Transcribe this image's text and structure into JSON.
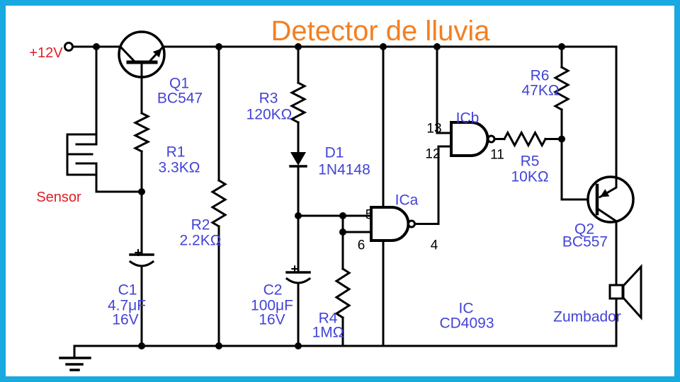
{
  "title": "Detector de lluvia",
  "supply": {
    "label": "+12V"
  },
  "sensor": {
    "label": "Sensor"
  },
  "components": {
    "q1": {
      "ref": "Q1",
      "value": "BC547"
    },
    "q2": {
      "ref": "Q2",
      "value": "BC557"
    },
    "r1": {
      "ref": "R1",
      "value": "3.3KΩ"
    },
    "r2": {
      "ref": "R2",
      "value": "2.2KΩ"
    },
    "r3": {
      "ref": "R3",
      "value": "120KΩ"
    },
    "r4": {
      "ref": "R4",
      "value": "1MΩ"
    },
    "r5": {
      "ref": "R5",
      "value": "10KΩ"
    },
    "r6": {
      "ref": "R6",
      "value": "47KΩ"
    },
    "c1": {
      "ref": "C1",
      "value": "4.7μF",
      "voltage": "16V",
      "polarity": "+"
    },
    "c2": {
      "ref": "C2",
      "value": "100μF",
      "voltage": "16V",
      "polarity": "+"
    },
    "d1": {
      "ref": "D1",
      "value": "1N4148"
    },
    "ic": {
      "ref": "IC",
      "value": "CD4093"
    },
    "ica": {
      "ref": "ICa",
      "pins": {
        "in1": "5",
        "in2": "6",
        "out": "4"
      }
    },
    "icb": {
      "ref": "ICb",
      "pins": {
        "in1": "13",
        "in2": "12",
        "out": "11"
      }
    },
    "buzzer": {
      "label": "Zumbador"
    }
  },
  "colors": {
    "label_blue": "#4343d6",
    "accent_red": "#dc1f26",
    "title_orange": "#f47f20",
    "border_cyan": "#18a9e0",
    "wire_black": "#000000"
  }
}
